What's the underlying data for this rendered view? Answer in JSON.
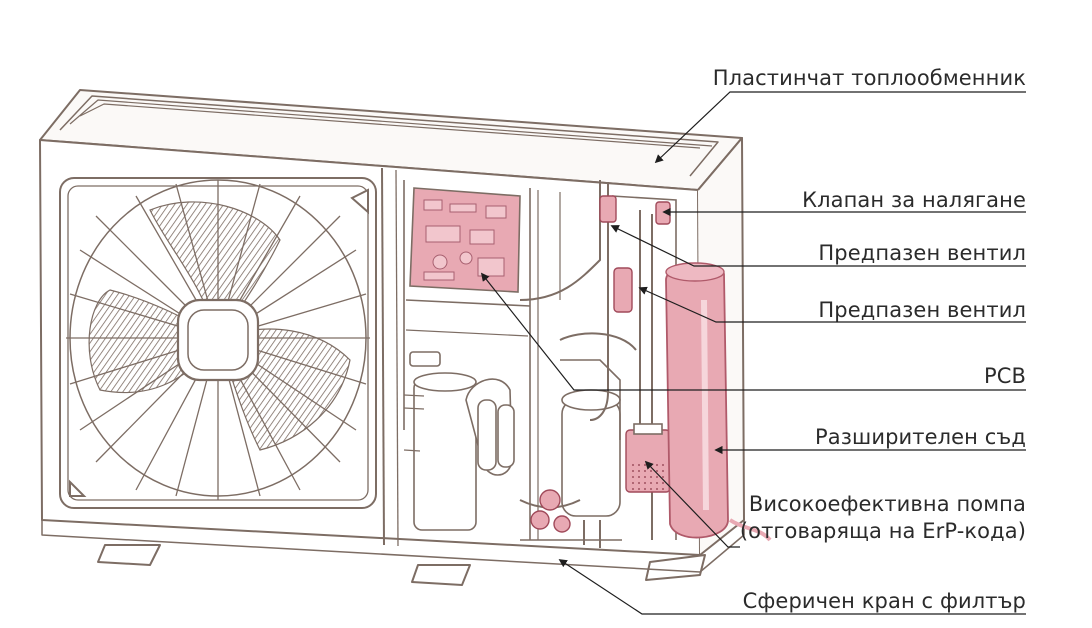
{
  "labels": {
    "plate_heat_exchanger": "Пластинчат топлообменник",
    "pressure_valve": "Клапан за налягане",
    "safety_valve_1": "Предпазен вентил",
    "safety_valve_2": "Предпазен вентил",
    "pcb": "PCB",
    "expansion_vessel": "Разширителен съд",
    "pump_line1": "Високоефективна помпа",
    "pump_line2": "(отговаряща на ErP-кода)",
    "ball_valve": "Сферичен кран с филтър"
  },
  "colors": {
    "outline": "#7d6d64",
    "highlight": "#e8a9b3",
    "highlight_dark": "#d67f8f",
    "leader": "#2b2b2b"
  }
}
